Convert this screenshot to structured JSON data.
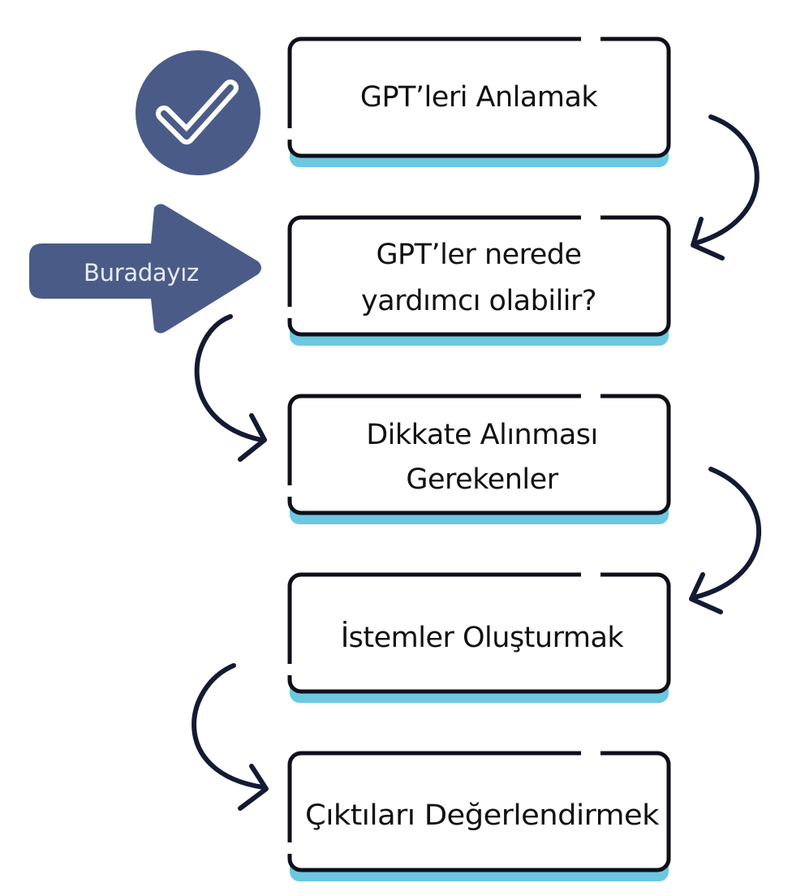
{
  "steps": [
    {
      "id": "step-1",
      "lines": [
        "GPT’leri Anlamak"
      ],
      "status": "completed"
    },
    {
      "id": "step-2",
      "lines": [
        "GPT’ler nerede",
        "yardımcı olabilir?"
      ],
      "status": "current"
    },
    {
      "id": "step-3",
      "lines": [
        "Dikkate Alınması",
        "Gerekenler"
      ],
      "status": "upcoming"
    },
    {
      "id": "step-4",
      "lines": [
        "İstemler Oluşturmak"
      ],
      "status": "upcoming"
    },
    {
      "id": "step-5",
      "lines": [
        "Çıktıları Değerlendirmek"
      ],
      "status": "upcoming"
    }
  ],
  "current_marker": {
    "label": "Buradayız"
  },
  "completed_icon": "checkmark-icon",
  "colors": {
    "box_border": "#0f0f1a",
    "box_accent": "#6cc8e0",
    "marker_fill": "#4a5b87",
    "check_fill": "#4a5b87",
    "arrow": "#141a33"
  }
}
